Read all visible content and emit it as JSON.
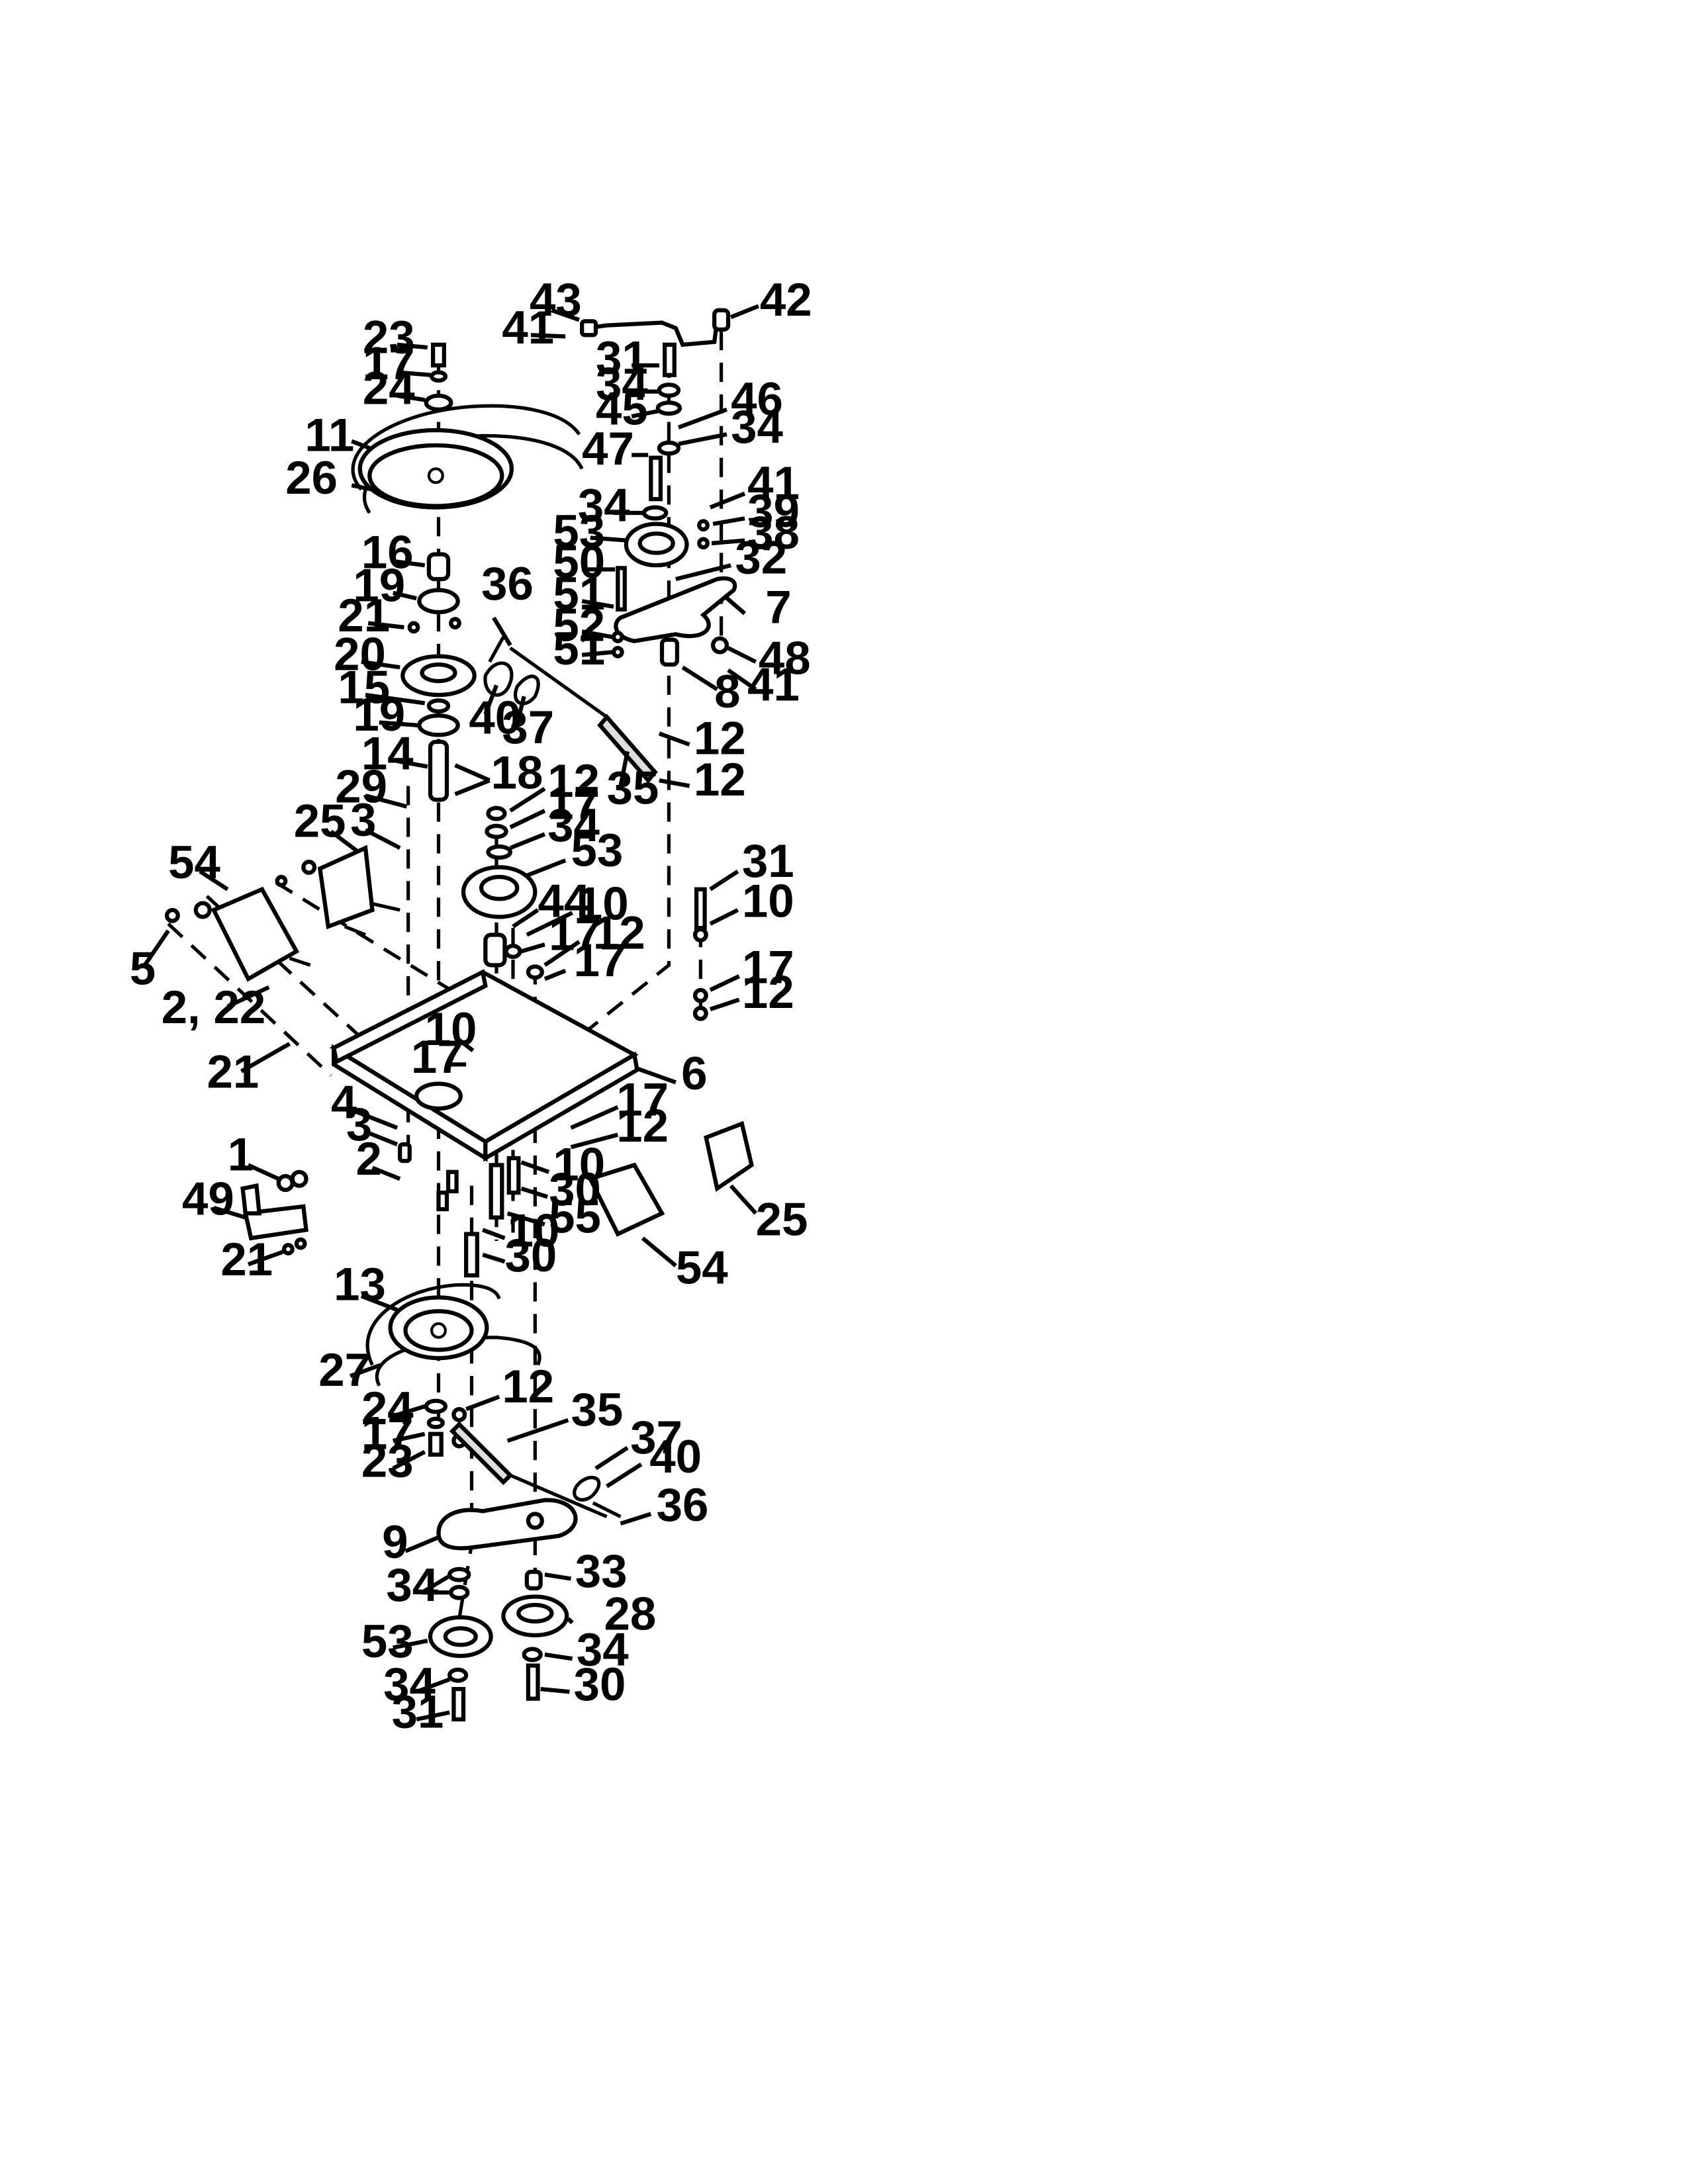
{
  "diagram": {
    "callouts": [
      "43",
      "42",
      "41",
      "23",
      "31",
      "17",
      "34",
      "24",
      "45",
      "46",
      "34",
      "11",
      "47",
      "26",
      "41",
      "34",
      "39",
      "53",
      "38",
      "16",
      "50",
      "32",
      "19",
      "51",
      "7",
      "36",
      "21",
      "52",
      "20",
      "51",
      "48",
      "15",
      "41",
      "8",
      "19",
      "40",
      "37",
      "14",
      "12",
      "18",
      "35",
      "29",
      "12",
      "12",
      "17",
      "25",
      "3",
      "34",
      "53",
      "54",
      "31",
      "44",
      "10",
      "10",
      "17",
      "12",
      "5",
      "17",
      "17",
      "2, 22",
      "12",
      "10",
      "17",
      "21",
      "6",
      "4",
      "17",
      "3",
      "12",
      "2",
      "10",
      "1",
      "30",
      "49",
      "55",
      "21",
      "10",
      "30",
      "54",
      "25",
      "13",
      "27",
      "12",
      "35",
      "24",
      "37",
      "17",
      "40",
      "23",
      "36",
      "9",
      "33",
      "34",
      "28",
      "53",
      "34",
      "34",
      "30",
      "31"
    ]
  }
}
